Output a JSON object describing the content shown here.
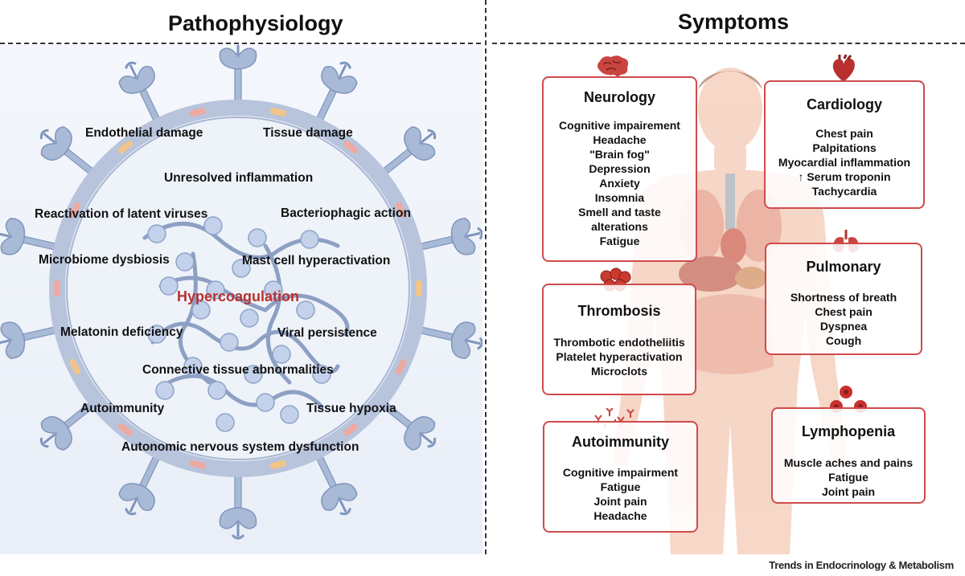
{
  "headings": {
    "left": "Pathophysiology",
    "right": "Symptoms"
  },
  "pathophysiology": {
    "center": "Hypercoagulation",
    "items": [
      "Endothelial damage",
      "Tissue damage",
      "Unresolved inflammation",
      "Reactivation of latent viruses",
      "Bacteriophagic action",
      "Microbiome dysbiosis",
      "Mast cell hyperactivation",
      "Melatonin deficiency",
      "Viral persistence",
      "Connective tissue abnormalities",
      "Autoimmunity",
      "Tissue hypoxia",
      "Autonomic nervous system dysfunction"
    ]
  },
  "symptoms": {
    "neurology": {
      "title": "Neurology",
      "items": [
        "Cognitive impairement",
        "Headache",
        "\"Brain fog\"",
        "Depression",
        "Anxiety",
        "Insomnia",
        "Smell and taste",
        "alterations",
        "Fatigue"
      ]
    },
    "cardiology": {
      "title": "Cardiology",
      "items": [
        "Chest pain",
        "Palpitations",
        "Myocardial inflammation",
        "Serum troponin",
        "Tachycardia"
      ]
    },
    "pulmonary": {
      "title": "Pulmonary",
      "items": [
        "Shortness of breath",
        "Chest pain",
        "Dyspnea",
        "Cough"
      ]
    },
    "thrombosis": {
      "title": "Thrombosis",
      "items": [
        "Thrombotic endotheliitis",
        "Platelet hyperactivation",
        "Microclots"
      ]
    },
    "autoimmunity": {
      "title": "Autoimmunity",
      "items": [
        "Cognitive impairment",
        "Fatigue",
        "Joint pain",
        "Headache"
      ]
    },
    "lymphopenia": {
      "title": "Lymphopenia",
      "items": [
        "Muscle aches and pains",
        "Fatigue",
        "Joint pain"
      ]
    }
  },
  "credit": "Trends in Endocrinology & Metabolism",
  "colors": {
    "accent": "#cf4b4b",
    "virus": "#7f95bd",
    "virus_fill": "#a9bad6",
    "body": "#f4c9b4"
  }
}
